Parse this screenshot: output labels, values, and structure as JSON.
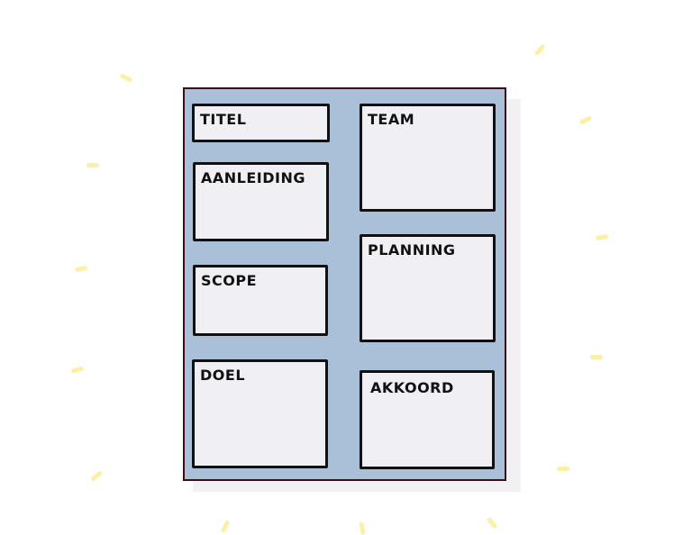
{
  "board": {
    "colors": {
      "background": "#a9c0d8",
      "border": "#3a0f1a",
      "box": "#f0eff4",
      "accent_dashes": "#fbf0a6"
    },
    "sections": [
      {
        "id": "titel",
        "label": "TITEL"
      },
      {
        "id": "aanleiding",
        "label": "AANLEIDING"
      },
      {
        "id": "scope",
        "label": "SCOPE"
      },
      {
        "id": "doel",
        "label": "DOEL"
      },
      {
        "id": "team",
        "label": "TEAM"
      },
      {
        "id": "planning",
        "label": "PLANNING"
      },
      {
        "id": "akkoord",
        "label": "AKKOORD"
      }
    ]
  }
}
